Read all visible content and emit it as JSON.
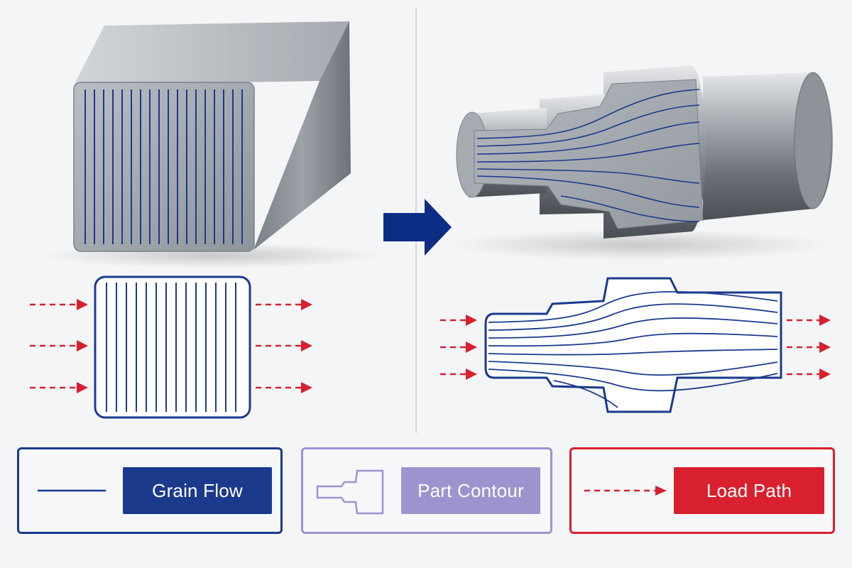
{
  "colors": {
    "grain": "#1b3a8c",
    "contour": "#9b94cf",
    "load": "#d8202e",
    "arrow": "#0d2c84",
    "divider": "#c9ccd2",
    "steel_light": "#c8ccd1",
    "steel_mid": "#9fa4ab",
    "steel_dark": "#6d7279"
  },
  "scene": {
    "left_title": "",
    "right_title": "",
    "transition_icon": "arrow-right-icon"
  },
  "legend": {
    "items": [
      {
        "label": "Grain Flow",
        "icon": "grain-line-icon",
        "color": "#1b3a8c"
      },
      {
        "label": "Part Contour",
        "icon": "part-contour-icon",
        "color": "#9b94cf"
      },
      {
        "label": "Load Path",
        "icon": "dashed-arrow-icon",
        "color": "#d8202e"
      }
    ]
  }
}
